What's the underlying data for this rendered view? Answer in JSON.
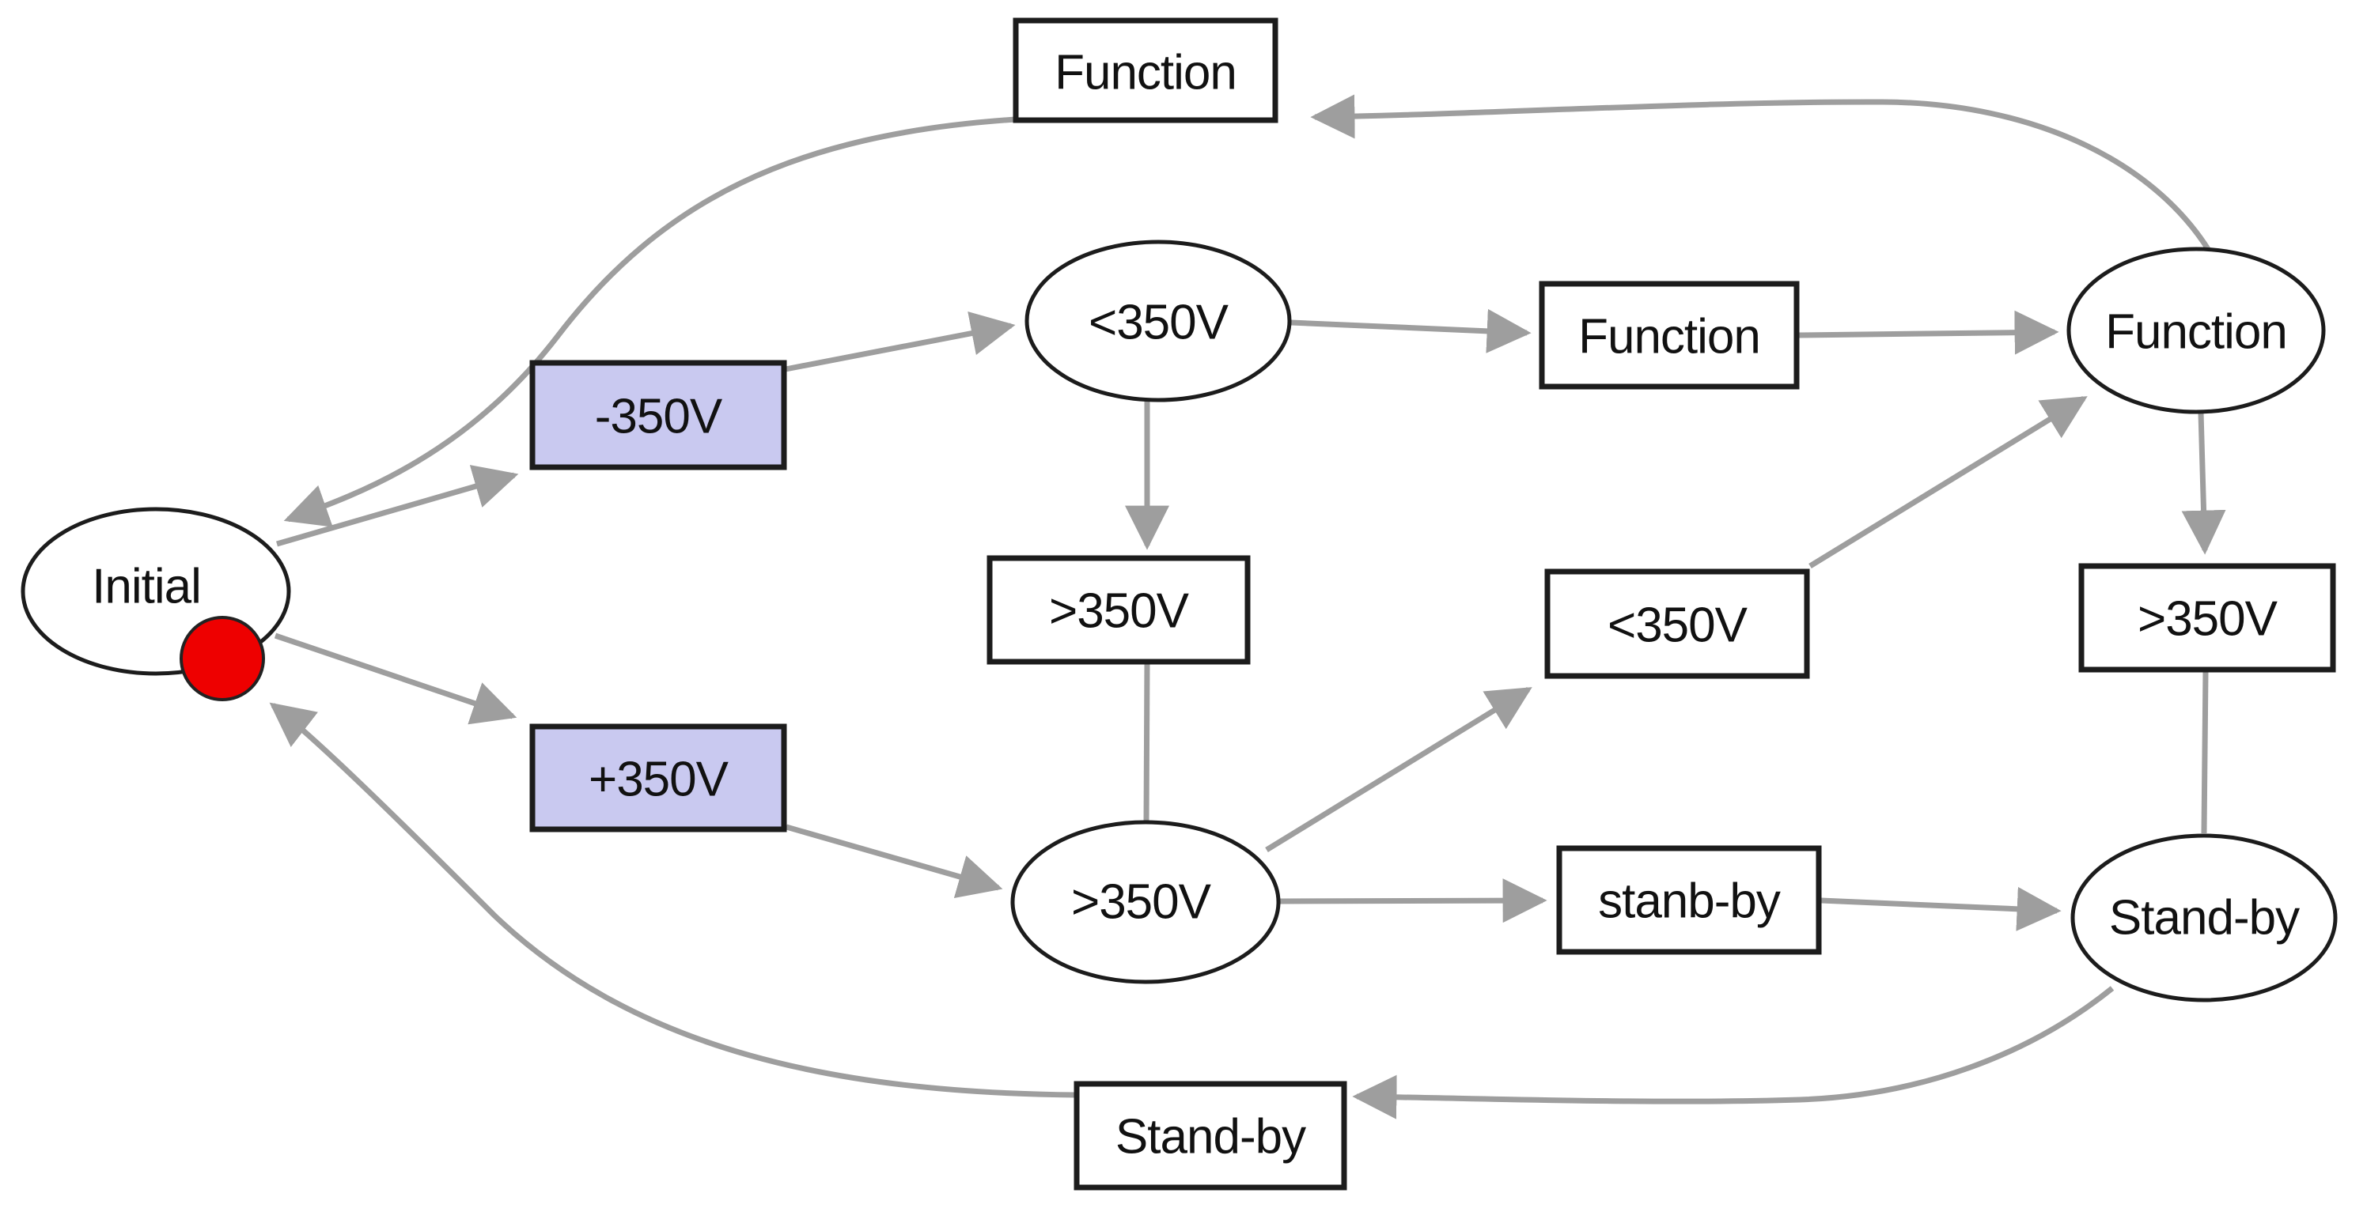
{
  "states": [
    {
      "name": "initial",
      "label": "Initial"
    },
    {
      "name": "under-350v",
      "label": "<350V"
    },
    {
      "name": "over-350v",
      "label": ">350V"
    },
    {
      "name": "function",
      "label": "Function"
    },
    {
      "name": "stand-by",
      "label": "Stand-by"
    }
  ],
  "transitions": [
    {
      "name": "function-top",
      "label": "Function"
    },
    {
      "name": "minus-350v",
      "label": "-350V"
    },
    {
      "name": "plus-350v",
      "label": "+350V"
    },
    {
      "name": "over-350v-mid",
      "label": ">350V"
    },
    {
      "name": "function-mid",
      "label": "Function"
    },
    {
      "name": "under-350v-right",
      "label": "<350V"
    },
    {
      "name": "over-350v-right",
      "label": ">350V"
    },
    {
      "name": "stanb-by",
      "label": "stanb-by"
    },
    {
      "name": "stand-by-bottom",
      "label": "Stand-by"
    }
  ],
  "colors": {
    "background": "#ffffff",
    "state_fill": "#ffffff",
    "node_border": "#1c1c1c",
    "edge_color": "#9e9e9e",
    "voltage_box_fill": "#c9c9f0",
    "start_marker_red": "#ee0000",
    "text_color": "#111111"
  }
}
